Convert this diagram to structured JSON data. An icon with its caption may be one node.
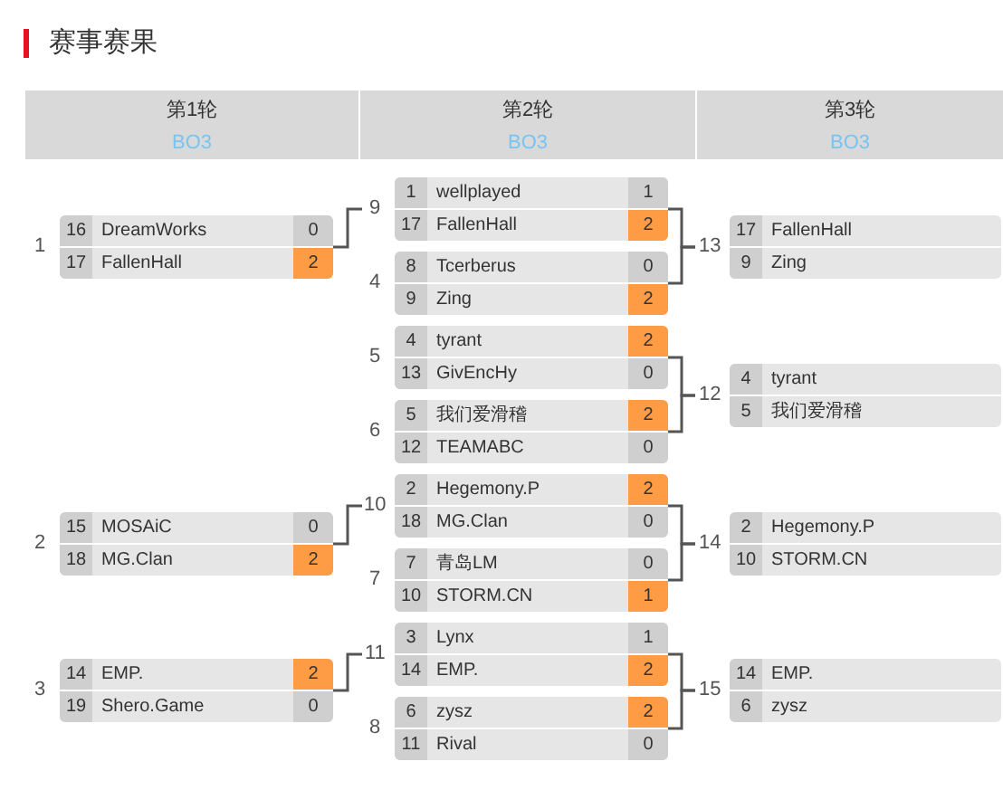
{
  "diagram": {
    "title": "赛事赛果",
    "nodes": [
      {
        "text": [
          "第1轮",
          "BO3"
        ]
      },
      {
        "text": [
          "第2轮",
          "BO3"
        ]
      },
      {
        "text": [
          "第3轮",
          "BO3"
        ]
      },
      {
        "text": [
          "16",
          "DreamWorks",
          "0",
          "17",
          "FallenHall",
          "2"
        ],
        "beside": [
          "1"
        ]
      },
      {
        "text": [
          "15",
          "MOSAiC",
          "0",
          "18",
          "MG.Clan",
          "2"
        ],
        "beside": [
          "2"
        ]
      },
      {
        "text": [
          "14",
          "EMP.",
          "2",
          "19",
          "Shero.Game",
          "0"
        ],
        "beside": [
          "3"
        ]
      },
      {
        "text": [
          "1",
          "wellplayed",
          "1",
          "17",
          "FallenHall",
          "2"
        ],
        "beside": [
          "9"
        ]
      },
      {
        "text": [
          "8",
          "Tcerberus",
          "0",
          "9",
          "Zing",
          "2"
        ],
        "beside": [
          "4"
        ]
      },
      {
        "text": [
          "4",
          "tyrant",
          "2",
          "13",
          "GivEncHy",
          "0"
        ],
        "beside": [
          "5"
        ]
      },
      {
        "text": [
          "5",
          "我们爱滑稽",
          "2",
          "12",
          "TEAMABC",
          "0"
        ],
        "beside": [
          "6"
        ]
      },
      {
        "text": [
          "2",
          "Hegemony.P",
          "2",
          "18",
          "MG.Clan",
          "0"
        ],
        "beside": [
          "10"
        ]
      },
      {
        "text": [
          "7",
          "青岛LM",
          "0",
          "10",
          "STORM.CN",
          "1"
        ],
        "beside": [
          "7"
        ]
      },
      {
        "text": [
          "3",
          "Lynx",
          "1",
          "14",
          "EMP.",
          "2"
        ],
        "beside": [
          "11"
        ]
      },
      {
        "text": [
          "6",
          "zysz",
          "2",
          "11",
          "Rival",
          "0"
        ],
        "beside": [
          "8"
        ]
      },
      {
        "text": [
          "17",
          "FallenHall",
          "9",
          "Zing"
        ],
        "beside": [
          "13"
        ]
      },
      {
        "text": [
          "4",
          "tyrant",
          "5",
          "我们爱滑稽"
        ],
        "beside": [
          "12"
        ]
      },
      {
        "text": [
          "2",
          "Hegemony.P",
          "10",
          "STORM.CN"
        ],
        "beside": [
          "14"
        ]
      },
      {
        "text": [
          "14",
          "EMP.",
          "6",
          "zysz"
        ],
        "beside": [
          "15"
        ]
      }
    ],
    "edges": [
      {
        "from": 3,
        "to": 6,
        "arrow": "none"
      },
      {
        "from": 4,
        "to": 10,
        "arrow": "none"
      },
      {
        "from": 5,
        "to": 12,
        "arrow": "none"
      },
      {
        "from": 6,
        "to": 14,
        "arrow": "none"
      },
      {
        "from": 7,
        "to": 14,
        "arrow": "none"
      },
      {
        "from": 8,
        "to": 15,
        "arrow": "none"
      },
      {
        "from": 9,
        "to": 15,
        "arrow": "none"
      },
      {
        "from": 10,
        "to": 16,
        "arrow": "none"
      },
      {
        "from": 11,
        "to": 16,
        "arrow": "none"
      },
      {
        "from": 12,
        "to": 17,
        "arrow": "none"
      },
      {
        "from": 13,
        "to": 17,
        "arrow": "none"
      }
    ]
  }
}
